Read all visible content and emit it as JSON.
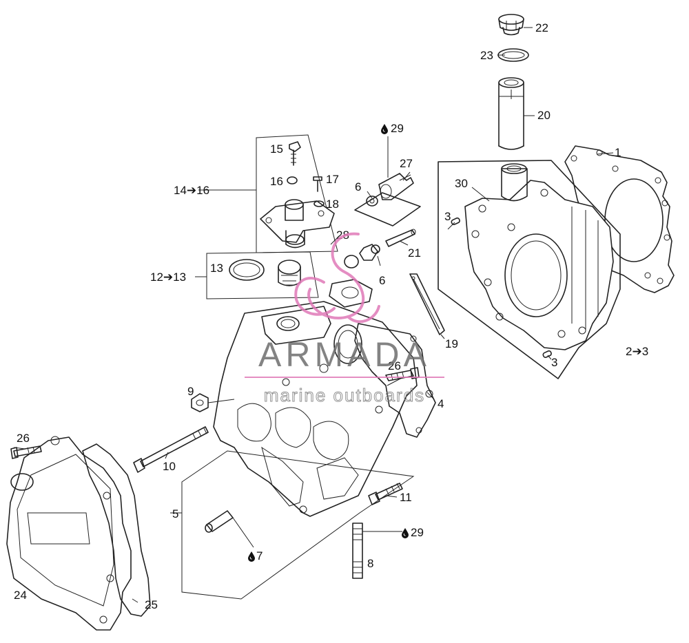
{
  "diagram": {
    "labels": {
      "p1": "1",
      "p2_3": "2➔3",
      "p3a": "3",
      "p3b": "3",
      "p4": "4",
      "p5": "5",
      "p6a": "6",
      "p6b": "6",
      "p7": "7",
      "p8": "8",
      "p9": "9",
      "p10": "10",
      "p11": "11",
      "p12_13": "12➔13",
      "p13": "13",
      "p14_16": "14➔16",
      "p15": "15",
      "p16": "16",
      "p17": "17",
      "p18": "18",
      "p19": "19",
      "p20": "20",
      "p21": "21",
      "p22": "22",
      "p23": "23",
      "p24": "24",
      "p25": "25",
      "p26a": "26",
      "p26b": "26",
      "p27": "27",
      "p28": "28",
      "p29a": "29",
      "p29b": "29",
      "p30": "30"
    },
    "oil_drop_icon": "oil-drop-icon"
  },
  "watermark": {
    "brand": "ARMADA",
    "tagline": "marine outboards",
    "color": "#e07ab8"
  }
}
